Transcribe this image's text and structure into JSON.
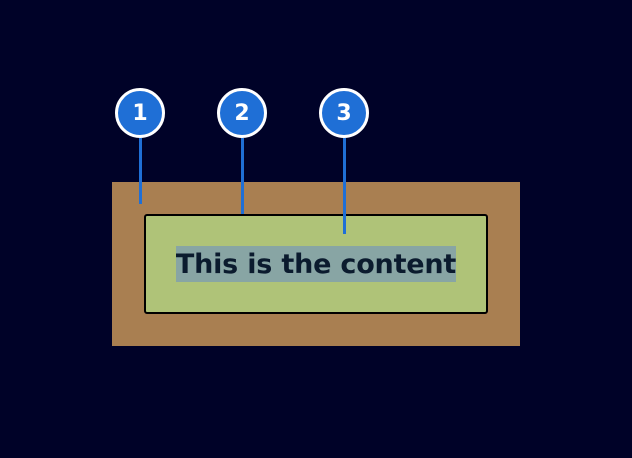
{
  "diagram": {
    "content_text": "This is the content",
    "callouts": [
      {
        "label": "1",
        "target": "margin"
      },
      {
        "label": "2",
        "target": "border"
      },
      {
        "label": "3",
        "target": "content"
      }
    ]
  },
  "colors": {
    "background": "#000228",
    "margin": "#a97f51",
    "border_area": "#afc378",
    "content_highlight": "#88a5a4",
    "callout_fill": "#1f6fd6",
    "callout_stroke": "#ffffff",
    "leader_line": "#1f6fd6"
  }
}
